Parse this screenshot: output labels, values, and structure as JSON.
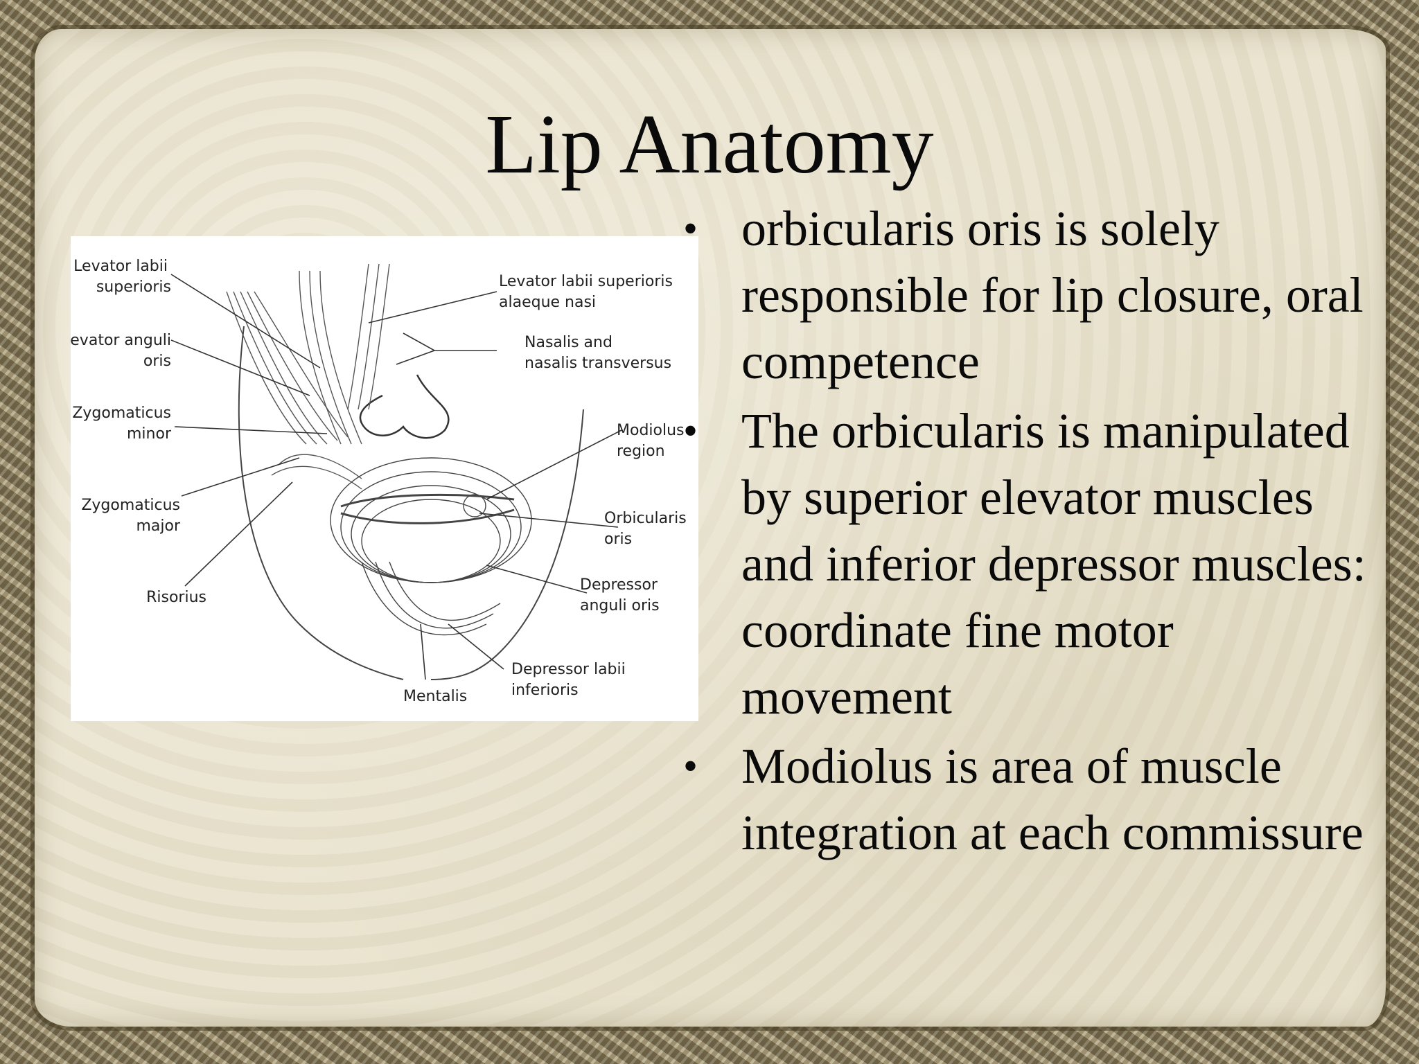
{
  "slide": {
    "title": "Lip Anatomy",
    "bullets": [
      "orbicularis oris is solely responsible for lip closure, oral competence",
      "The orbicularis is manipulated by superior elevator muscles and inferior depressor muscles:  coordinate fine motor movement",
      "Modiolus is area of muscle integration at each commissure"
    ],
    "bullet_symbol": "•"
  },
  "figure": {
    "labels": {
      "levator_labii_superioris_1": "Levator labii",
      "levator_labii_superioris_2": "superioris",
      "levator_anguli_oris_1": "Levator anguli",
      "levator_anguli_oris_2": "oris",
      "zygomaticus_minor_1": "Zygomaticus",
      "zygomaticus_minor_2": "minor",
      "zygomaticus_major_1": "Zygomaticus",
      "zygomaticus_major_2": "major",
      "risorius": "Risorius",
      "lla_nasi_1": "Levator labii superioris",
      "lla_nasi_2": "alaeque nasi",
      "nasalis_1": "Nasalis and",
      "nasalis_2": "nasalis transversus",
      "modiolus_1": "Modiolus",
      "modiolus_2": "region",
      "orbicularis_1": "Orbicularis",
      "orbicularis_2": "oris",
      "depressor_anguli_1": "Depressor",
      "depressor_anguli_2": "anguli oris",
      "depressor_labii_1": "Depressor labii",
      "depressor_labii_2": "inferioris",
      "mentalis": "Mentalis"
    }
  },
  "colors": {
    "panel": "#e9e3cf",
    "frame": "#9c8f6d",
    "text": "#0a0a0a"
  }
}
